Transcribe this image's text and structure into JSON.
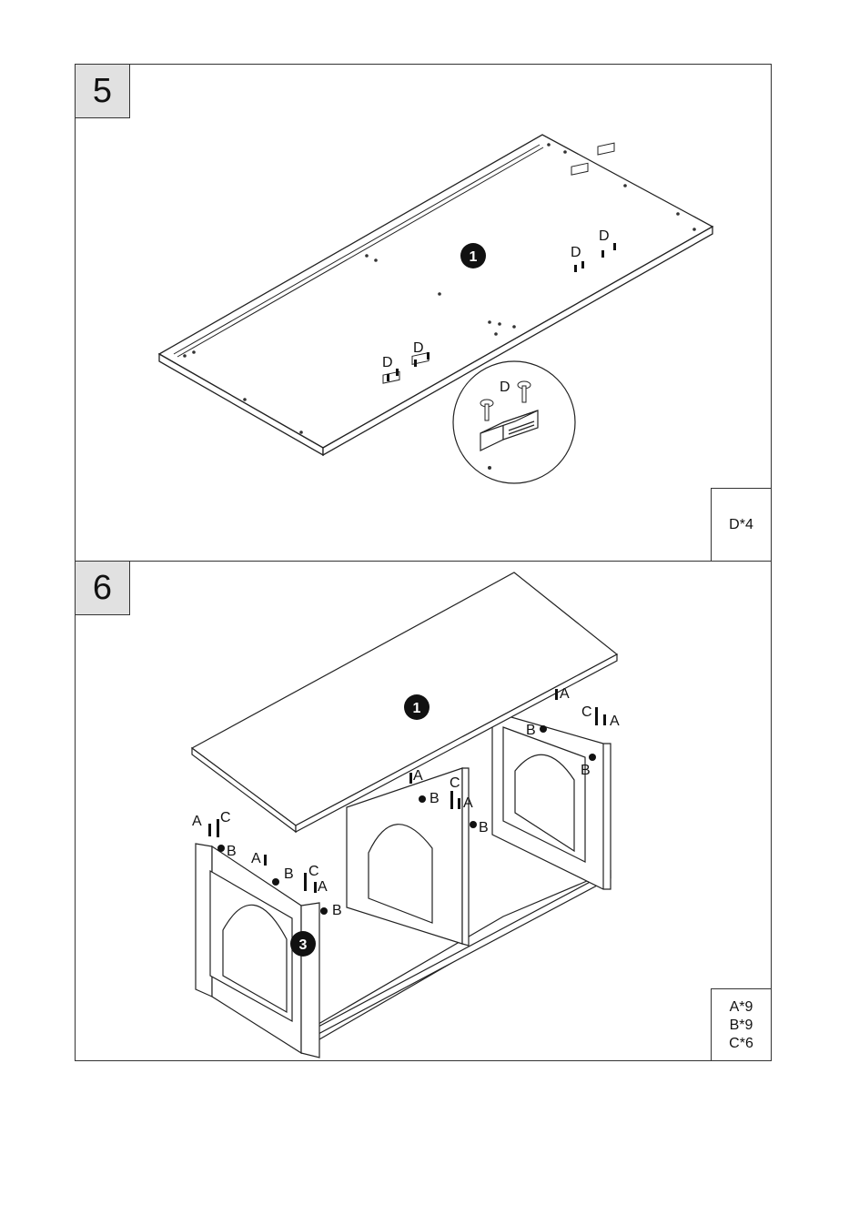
{
  "step5": {
    "number": "5",
    "panel_badge": "1",
    "fastener_labels": [
      "D",
      "D",
      "D",
      "D"
    ],
    "detail_label": "D",
    "parts": [
      "D*4"
    ]
  },
  "step6": {
    "number": "6",
    "top_badge": "1",
    "side_badge": "3",
    "hardware_labels": {
      "left_a": "A",
      "left_c": "C",
      "left_b": "B",
      "mid_a": "A",
      "mid_b": "B",
      "front_c": "C",
      "front_a": "A",
      "front_b": "B",
      "center_a": "A",
      "center_b": "B",
      "center_c": "C",
      "center_a2": "A",
      "center_b2": "B",
      "right_a": "A",
      "right_c": "C",
      "right_a2": "A",
      "right_b": "B",
      "right_b2": "B"
    },
    "parts": [
      "A*9",
      "B*9",
      "C*6"
    ]
  }
}
